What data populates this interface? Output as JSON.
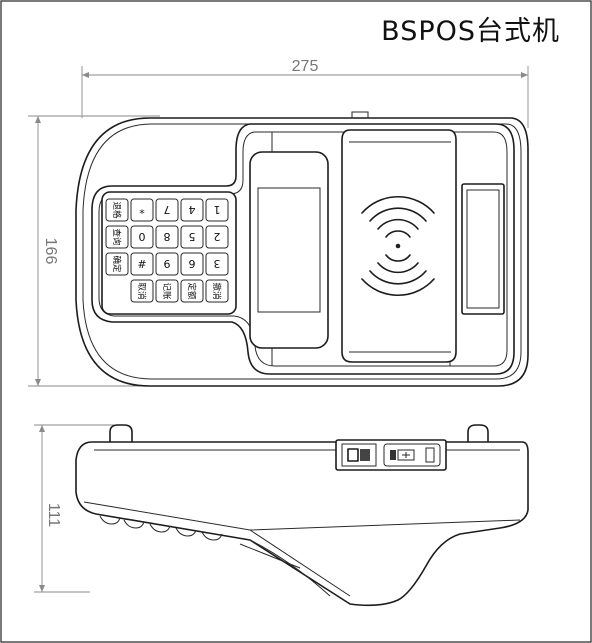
{
  "title": "BSPOS台式机",
  "dimensions": {
    "width": "275",
    "depth": "166",
    "height": "111"
  },
  "keypad": {
    "rows": [
      [
        "1",
        "4",
        "7",
        "*",
        "退格"
      ],
      [
        "2",
        "5",
        "8",
        "0",
        "查询"
      ],
      [
        "3",
        "6",
        "9",
        "#",
        "确定"
      ],
      [
        "撤消",
        "定额",
        "记账",
        "取消",
        ""
      ]
    ]
  },
  "icons": {
    "nfc": "nfc-wave-icon",
    "power": "power-switch-icon",
    "usb": "usb-port-icon"
  }
}
